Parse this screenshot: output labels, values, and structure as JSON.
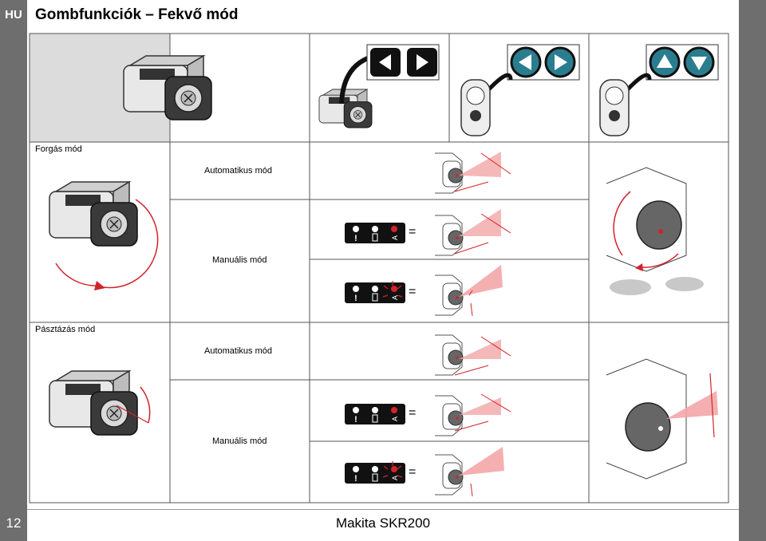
{
  "header": {
    "language": "HU",
    "title": "Gombfunkciók – Fekvő mód"
  },
  "sections": {
    "rotation": {
      "title": "Forgás mód",
      "auto_label": "Automatikus mód",
      "manual_label": "Manuális mód"
    },
    "scan": {
      "title": "Pásztázás mód",
      "auto_label": "Automatikus mód",
      "manual_label": "Manuális mód"
    }
  },
  "indicator": {
    "equals": "="
  },
  "footer": {
    "page_number": "12",
    "product": "Makita SKR200"
  },
  "colors": {
    "accent": "#d2232a",
    "sidebar": "#6e6e6e",
    "highlight_panel": "#dcdcdc"
  },
  "icons": [
    "left-arrow-icon",
    "right-arrow-icon",
    "up-arrow-icon",
    "down-arrow-icon",
    "turtle-icon",
    "rabbit-icon",
    "battery-icon",
    "warning-icon",
    "auto-icon"
  ]
}
